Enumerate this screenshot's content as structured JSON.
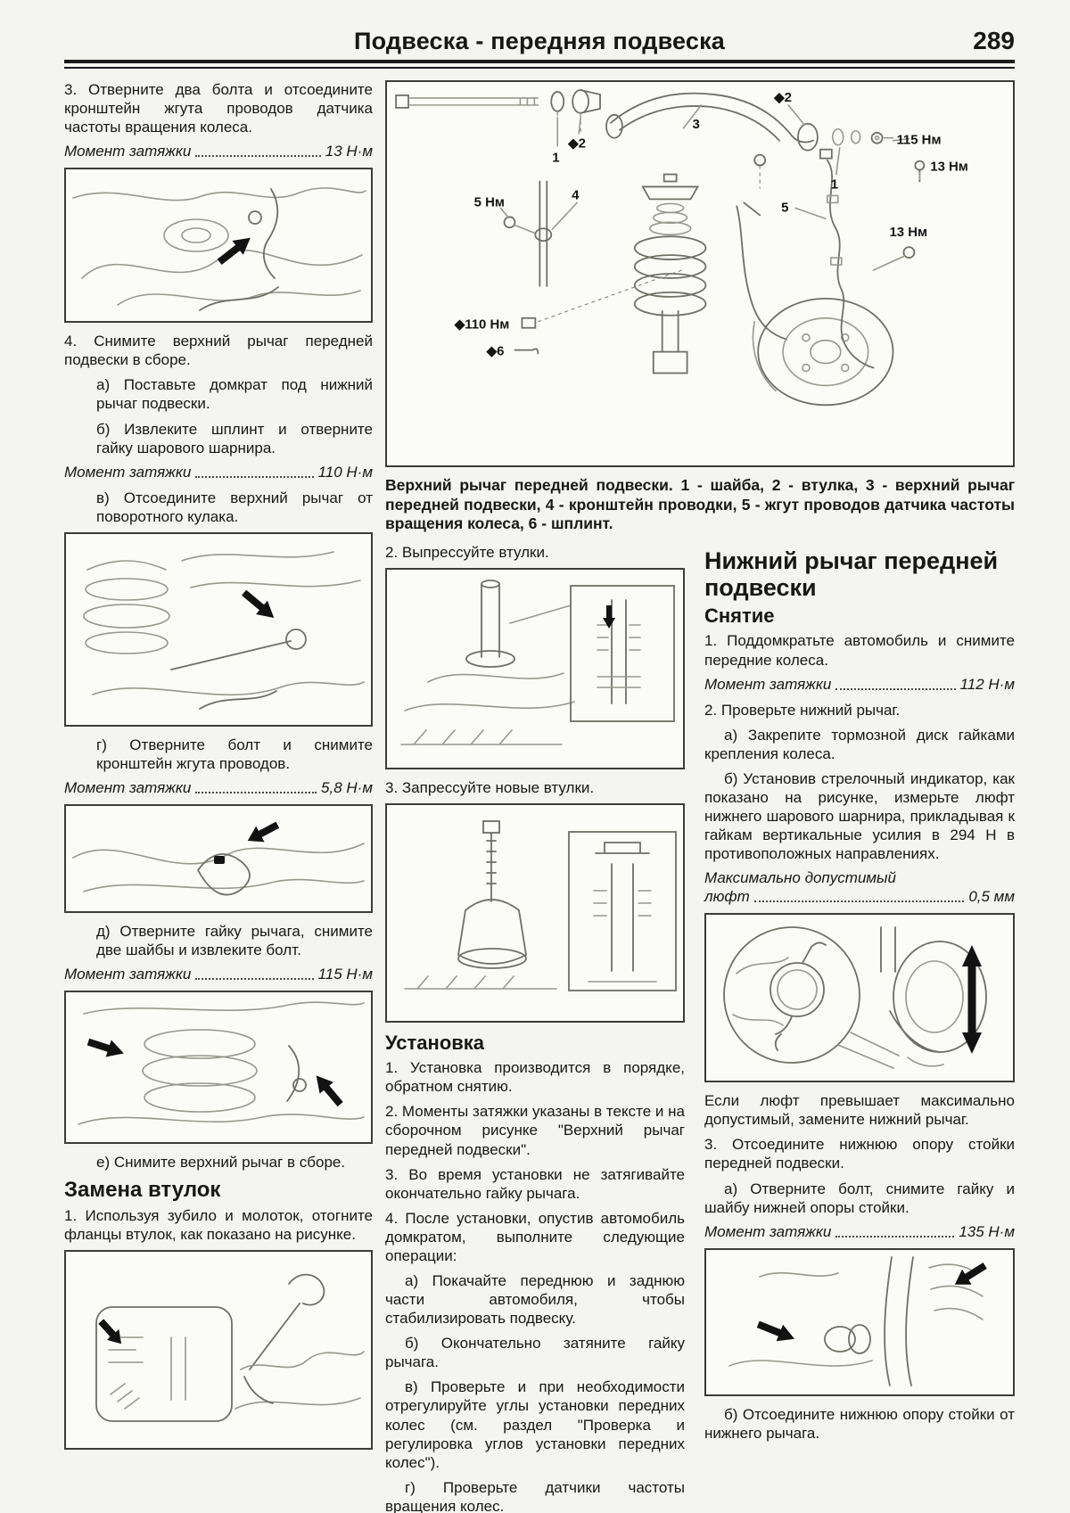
{
  "page": {
    "title": "Подвеска - передняя подвеска",
    "number": "289"
  },
  "left": {
    "step3": "3. Отверните два болта и отсоедините кронштейн жгута проводов датчика частоты вращения колеса.",
    "t13": {
      "label": "Момент затяжки",
      "value": "13 Н·м"
    },
    "step4": "4. Снимите верхний рычаг передней подвески в сборе.",
    "step4a": "а) Поставьте домкрат под нижний рычаг подвески.",
    "step4b": "б) Извлеките шплинт и отверните гайку шарового шарнира.",
    "t110": {
      "label": "Момент затяжки",
      "value": "110 Н·м"
    },
    "step4v": "в) Отсоедините верхний рычаг от поворотного кулака.",
    "step4g": "г) Отверните болт и снимите кронштейн жгута проводов.",
    "t58": {
      "label": "Момент затяжки",
      "value": "5,8 Н·м"
    },
    "step4d": "д) Отверните гайку рычага, снимите две шайбы и извлеките болт.",
    "t115": {
      "label": "Момент затяжки",
      "value": "115 Н·м"
    },
    "step4e": "е) Снимите верхний рычаг в сборе.",
    "bushing_heading": "Замена втулок",
    "bushing_step1": "1. Используя зубило и молоток, отогните фланцы втулок, как показано на рисунке."
  },
  "diagram": {
    "labels": [
      "1",
      "◆2",
      "3",
      "◆2",
      "1",
      "115 Нм",
      "13 Нм",
      "5 Нм",
      "4",
      "5",
      "13 Нм",
      "◆110 Нм",
      "◆6"
    ],
    "caption": "Верхний рычаг передней подвески. 1 - шайба, 2 - втулка, 3 - верхний рычаг передней подвески, 4 - кронштейн проводки, 5 - жгут проводов датчика частоты вращения колеса, 6 - шплинт."
  },
  "middle": {
    "step2": "2. Выпрессуйте втулки.",
    "step3": "3. Запрессуйте новые втулки.",
    "install_heading": "Установка",
    "i1": "1. Установка производится в порядке, обратном снятию.",
    "i2": "2. Моменты затяжки указаны в тексте и на сборочном рисунке \"Верхний рычаг передней подвески\".",
    "i3": "3. Во время установки не затягивайте окончательно гайку рычага.",
    "i4": "4. После установки, опустив автомобиль домкратом, выполните следующие операции:",
    "i4a": "а) Покачайте переднюю и заднюю части автомобиля, чтобы стабилизировать подвеску.",
    "i4b": "б) Окончательно затяните гайку рычага.",
    "i4v": "в) Проверьте и при необходимости отрегулируйте углы установки передних колес (см. раздел \"Проверка и регулировка углов установки передних колес\").",
    "i4g": "г) Проверьте датчики частоты вращения колес."
  },
  "right": {
    "heading": "Нижний рычаг передней подвески",
    "removal_heading": "Снятие",
    "step1": "1. Поддомкратьте автомобиль и снимите передние колеса.",
    "t112": {
      "label": "Момент затяжки",
      "value": "112 Н·м"
    },
    "step2": "2. Проверьте нижний рычаг.",
    "step2a": "а) Закрепите тормозной диск гайками крепления колеса.",
    "step2b": "б) Установив стрелочный индикатор, как показано на рисунке, измерьте люфт нижнего шарового шарнира, прикладывая к гайкам вертикальные усилия в 294 Н в противоположных направлениях.",
    "max_play": {
      "label": "Максимально допустимый",
      "label2": "люфт",
      "value": "0,5 мм"
    },
    "note": "Если люфт превышает максимально допустимый, замените нижний рычаг.",
    "step3": "3. Отсоедините нижнюю опору стойки передней подвески.",
    "step3a": "а) Отверните болт, снимите гайку и шайбу нижней опоры стойки.",
    "t135": {
      "label": "Момент затяжки",
      "value": "135 Н·м"
    },
    "step3b": "б) Отсоедините нижнюю опору стойки от нижнего рычага."
  }
}
